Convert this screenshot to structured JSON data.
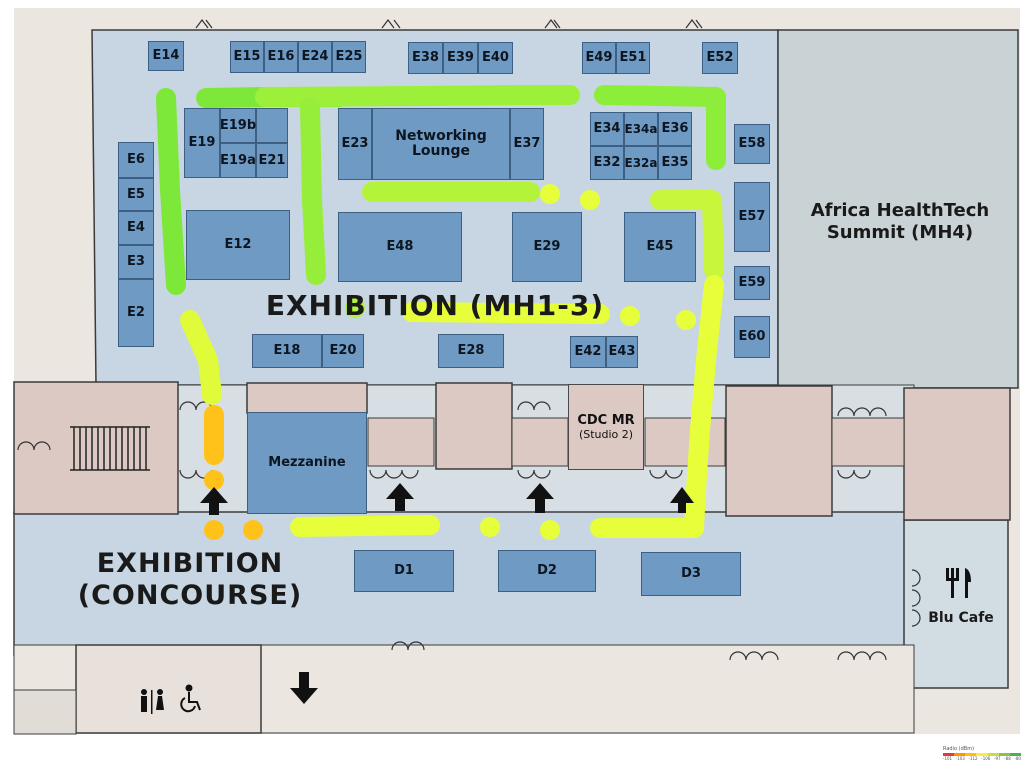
{
  "map": {
    "zones": {
      "exhibition_mh13": "EXHIBITION (MH1-3)",
      "concourse_line1": "EXHIBITION",
      "concourse_line2": "(CONCOURSE)",
      "summit_line1": "Africa HealthTech",
      "summit_line2": "Summit (MH4)",
      "cafe": "Blu Cafe"
    },
    "rooms": {
      "networking_line1": "Networking",
      "networking_line2": "Lounge",
      "mezzanine": "Mezzanine",
      "cdc_line1": "CDC MR",
      "cdc_line2": "(Studio 2)"
    },
    "booths": {
      "E14": "E14",
      "E15": "E15",
      "E16": "E16",
      "E24": "E24",
      "E25": "E25",
      "E38": "E38",
      "E39": "E39",
      "E40": "E40",
      "E49": "E49",
      "E51": "E51",
      "E52": "E52",
      "E19": "E19",
      "E19b": "E19b",
      "E19a": "E19a",
      "E21": "E21",
      "E23": "E23",
      "E37": "E37",
      "E34": "E34",
      "E34a": "E34a",
      "E36": "E36",
      "E32": "E32",
      "E32a": "E32a",
      "E35": "E35",
      "E58": "E58",
      "E6": "E6",
      "E5": "E5",
      "E4": "E4",
      "E3": "E3",
      "E2": "E2",
      "E12": "E12",
      "E48": "E48",
      "E29": "E29",
      "E45": "E45",
      "E57": "E57",
      "E59": "E59",
      "E60": "E60",
      "E18": "E18",
      "E20": "E20",
      "E28": "E28",
      "E42": "E42",
      "E43": "E43",
      "D1": "D1",
      "D2": "D2",
      "D3": "D3"
    },
    "legend": {
      "title": "Radio (dBm)",
      "ticks": [
        "-101",
        "-103",
        "-112",
        "-106",
        "-97",
        "-88",
        "-80"
      ],
      "colors": [
        "#e53935",
        "#ff9800",
        "#ffc107",
        "#ffeb3b",
        "#cddc39",
        "#8bc34a",
        "#4caf50"
      ]
    },
    "colors": {
      "booth": "#6f9ac4",
      "floor": "#c7d6e2",
      "room": "#dcc9c3",
      "signal_strong": "#7de83a",
      "signal_medium": "#e6ff3a",
      "signal_weak": "#ffc21a"
    },
    "icons": [
      "arrow-up-icon",
      "arrow-down-icon",
      "restroom-icon",
      "wheelchair-icon",
      "fork-knife-icon",
      "stairs-icon",
      "door-swing-icon"
    ]
  }
}
